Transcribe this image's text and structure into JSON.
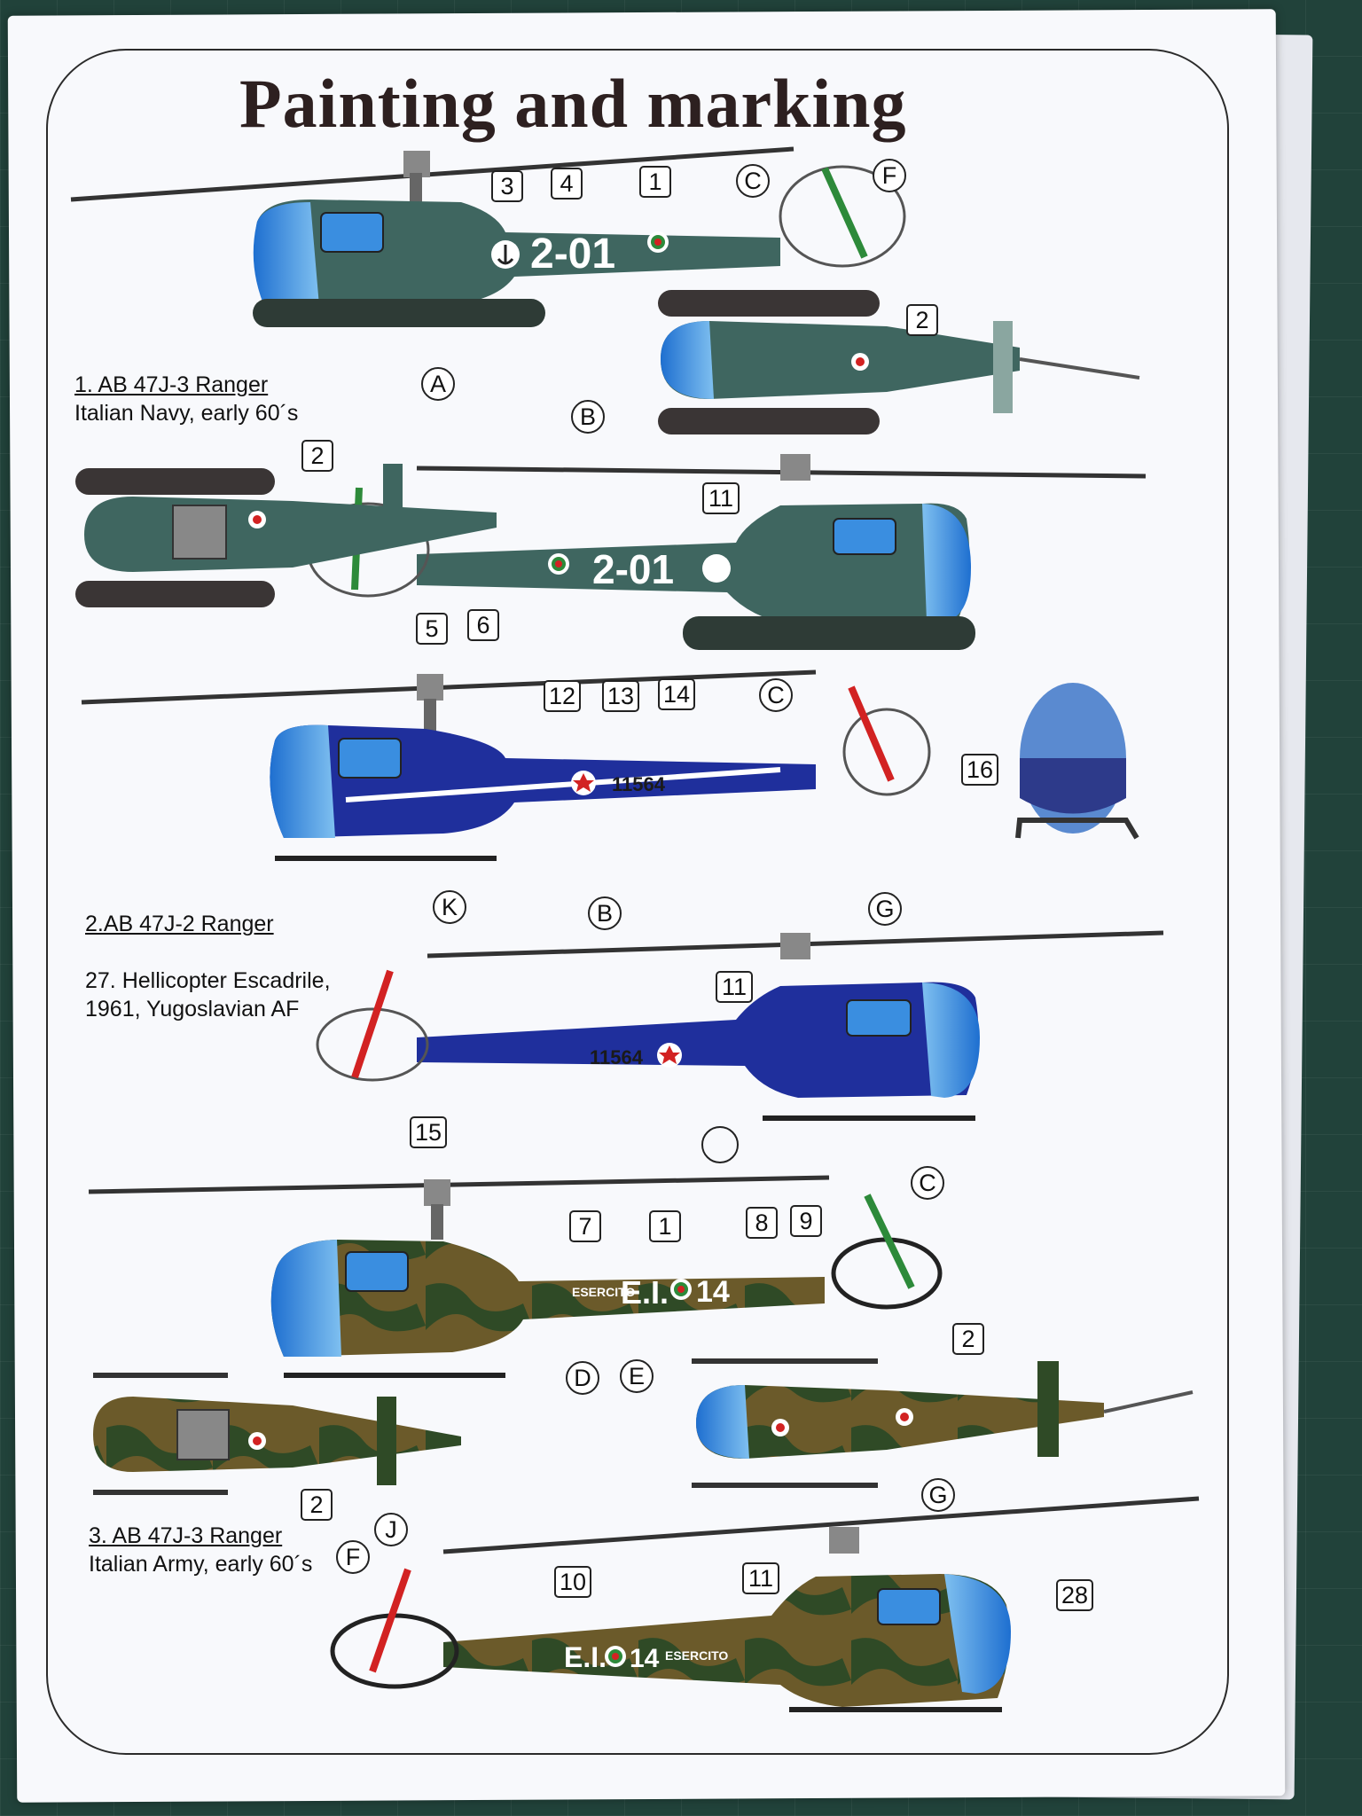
{
  "title": "Painting and marking",
  "captions": [
    {
      "name": "1. AB 47J-3 Ranger",
      "subtitle": "Italian Navy, early 60´s"
    },
    {
      "name": "2.AB 47J-2 Ranger",
      "subtitle": "27. Hellicopter Escadrile,\n1961, Yugoslavian AF"
    },
    {
      "name": "3. AB 47J-3 Ranger",
      "subtitle": "Italian Army, early 60´s"
    }
  ],
  "markings": {
    "navy_code": "2-01",
    "yugo_serial": "11564",
    "army_code": "E.I.",
    "army_number": "14",
    "army_word": "ESERCITO"
  },
  "callouts": {
    "c1": "1",
    "c2": "2",
    "c3": "3",
    "c4": "4",
    "c5": "5",
    "c6": "6",
    "c7": "7",
    "c8": "8",
    "c9": "9",
    "c10": "10",
    "c11": "11",
    "c12": "12",
    "c13": "13",
    "c14": "14",
    "c15": "15",
    "c16": "16",
    "c28": "28",
    "A": "A",
    "B": "B",
    "C": "C",
    "D": "D",
    "E": "E",
    "F": "F",
    "G": "G",
    "J": "J",
    "K": "K"
  },
  "colors": {
    "navy_green": "#3f6660",
    "yugo_blue": "#1f2f9c",
    "army_olive": "#6b5a2a",
    "army_green": "#2f4a26",
    "canopy_blue": "#2c7fd6",
    "roundel_red": "#d22222"
  }
}
